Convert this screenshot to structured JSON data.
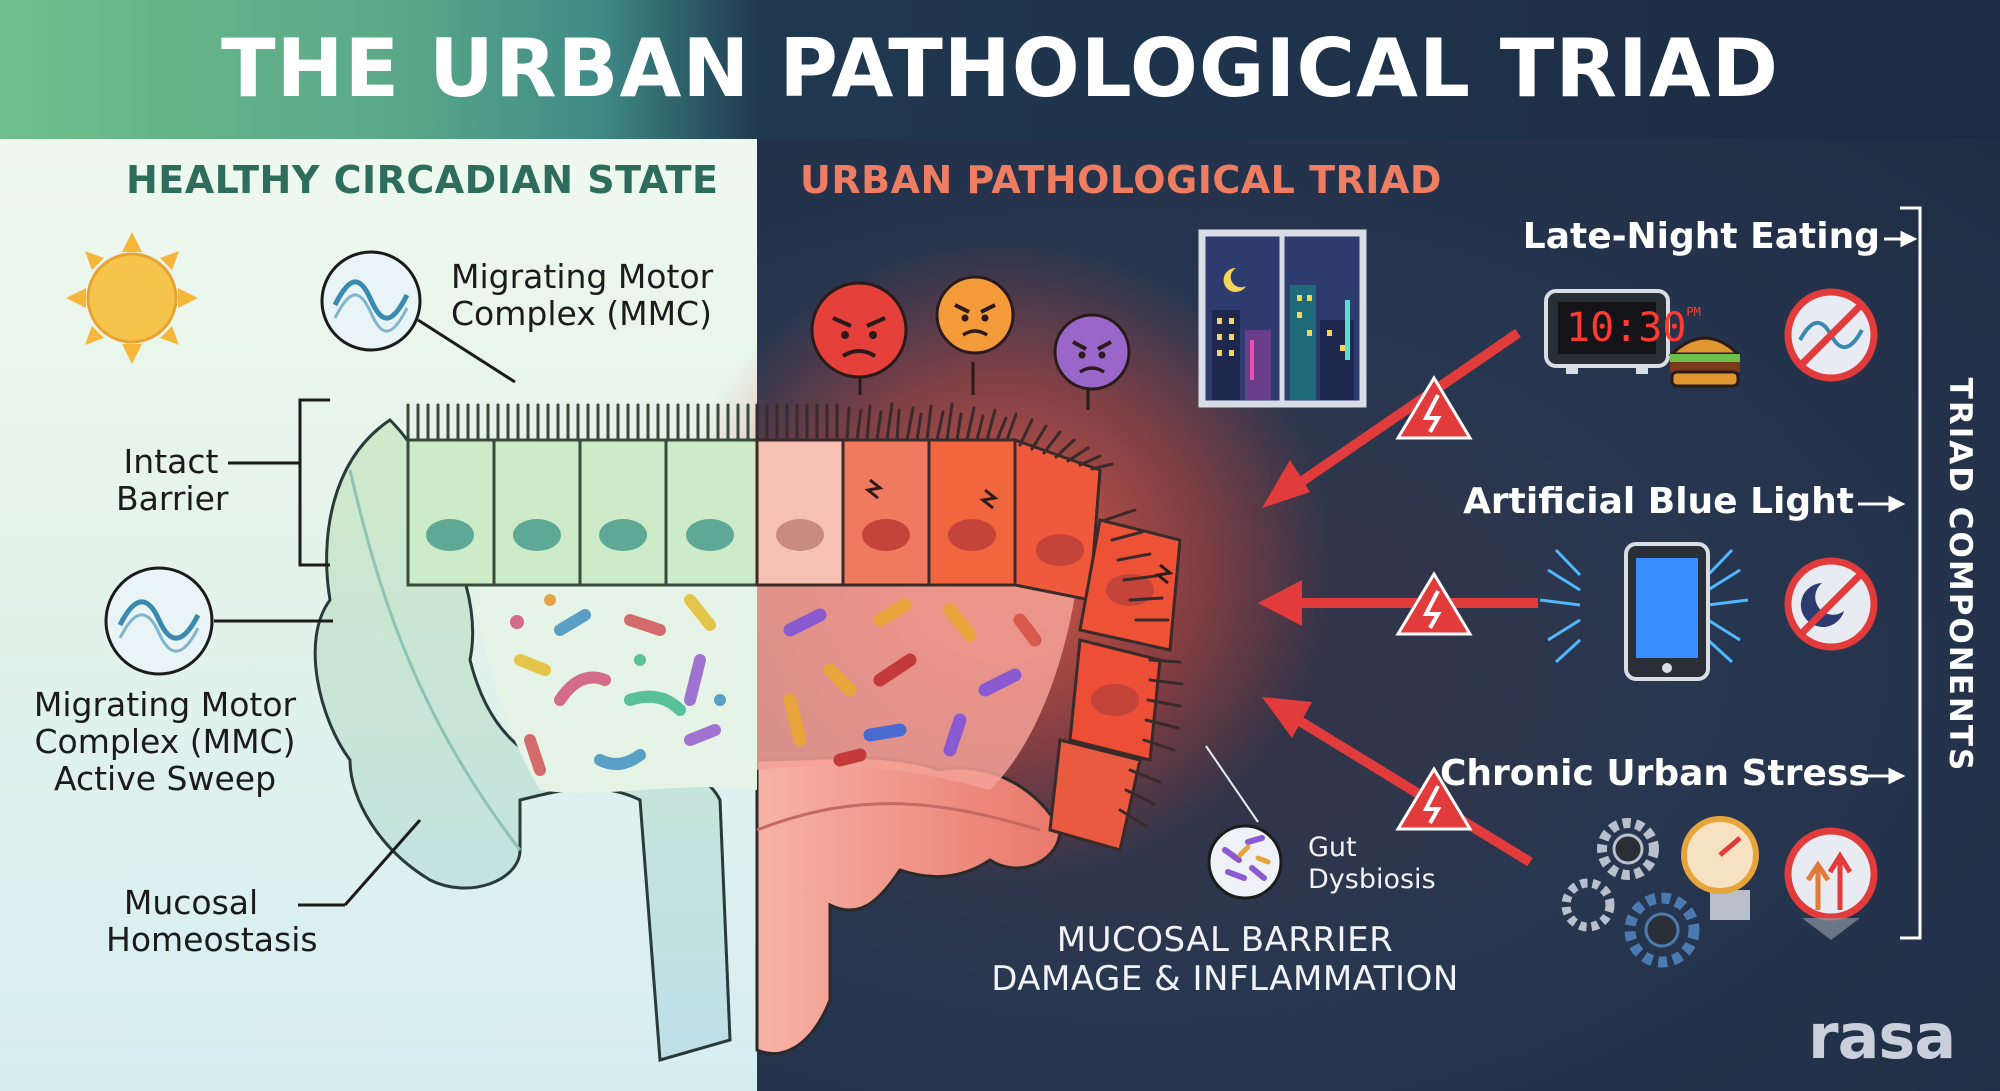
{
  "title": "THE URBAN PATHOLOGICAL TRIAD",
  "healthy": {
    "heading": "HEALTHY CIRCADIAN STATE",
    "mmc_label": [
      "Migrating Motor",
      "Complex (MMC)"
    ],
    "barrier_label": [
      "Intact",
      "Barrier"
    ],
    "sweep_label": [
      "Migrating Motor",
      "Complex (MMC)",
      "Active Sweep"
    ],
    "homeostasis_label": [
      "Mucosal",
      "Homeostasis"
    ]
  },
  "urban": {
    "heading": "URBAN PATHOLOGICAL TRIAD",
    "dysbiosis_label": [
      "Gut",
      "Dysbiosis"
    ],
    "damage_label": [
      "MUCOSAL BARRIER",
      "DAMAGE & INFLAMMATION"
    ]
  },
  "components": {
    "vertical_label": "TRIAD COMPONENTS",
    "items": [
      {
        "label": "Late-Night Eating",
        "icon": "clock-burger-icon",
        "clock_text": "10:30",
        "clock_suffix": "PM"
      },
      {
        "label": "Artificial Blue Light",
        "icon": "smartphone-icon"
      },
      {
        "label": "Chronic Urban Stress",
        "icon": "gears-gauge-icon"
      }
    ]
  },
  "brand": "rasa",
  "colors": {
    "healthy_accent": "#2e6d5c",
    "urban_accent": "#ef7d62",
    "alert_red": "#e23b3b",
    "background_dark": "#1f2d45"
  }
}
